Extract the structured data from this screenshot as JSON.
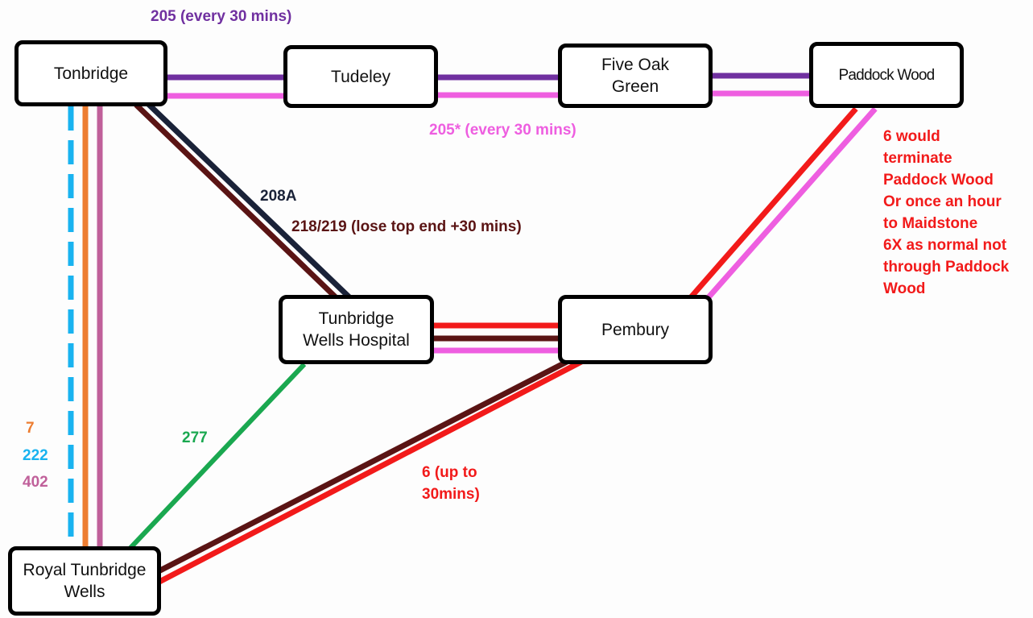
{
  "stations": {
    "tonbridge": "Tonbridge",
    "tudeley": "Tudeley",
    "five_oak_green": "Five Oak\nGreen",
    "paddock_wood": "Paddock Wood",
    "hospital": "Tunbridge\nWells Hospital",
    "pembury": "Pembury",
    "rtw": "Royal Tunbridge\nWells"
  },
  "routes": {
    "r205": {
      "label": "205 (every 30 mins)",
      "color": "#7030a0"
    },
    "r205s": {
      "label": "205* (every 30 mins)",
      "color": "#ee5ee0"
    },
    "r208a": {
      "label": "208A",
      "color": "#1a2238"
    },
    "r218": {
      "label": "218/219 (lose top end +30 mins)",
      "color": "#5a1414"
    },
    "r277": {
      "label": "277",
      "color": "#1aa850"
    },
    "r7": {
      "label": "7",
      "color": "#ed7d31"
    },
    "r222": {
      "label": "222",
      "color": "#19b3f0"
    },
    "r402": {
      "label": "402",
      "color": "#c0609a"
    },
    "r6": {
      "label": "6 (up to\n30mins)",
      "color": "#f21a1a"
    }
  },
  "note": "6 would\nterminate\nPaddock Wood\nOr once an hour\nto Maidstone\n6X as normal not\nthrough Paddock\nWood"
}
